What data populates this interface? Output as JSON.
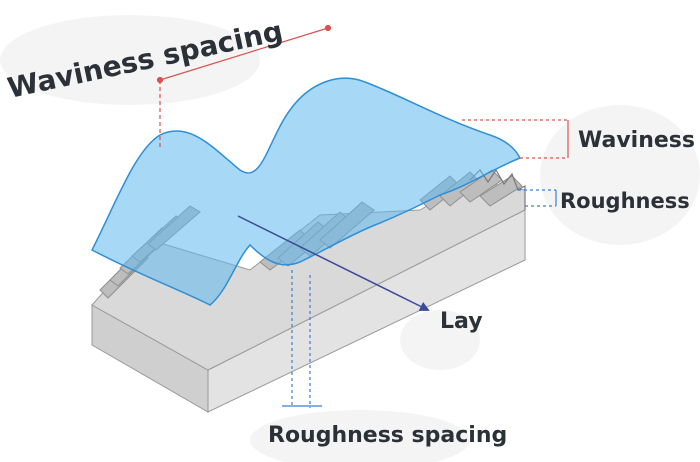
{
  "labels": {
    "waviness_spacing": "Waviness spacing",
    "waviness": "Waviness",
    "roughness": "Roughness",
    "lay": "Lay",
    "roughness_spacing": "Roughness spacing"
  },
  "colors": {
    "wave_fill": "#5fb8ef",
    "wave_stroke": "#2f8fd6",
    "block_top": "#dcdcdc",
    "block_front": "#c8c8c8",
    "block_side": "#e4e4e4",
    "dim_red": "#d9534f",
    "dim_blue": "#3b7fd1",
    "lay_arrow": "#3a4a9a",
    "text": "#2b3138"
  }
}
